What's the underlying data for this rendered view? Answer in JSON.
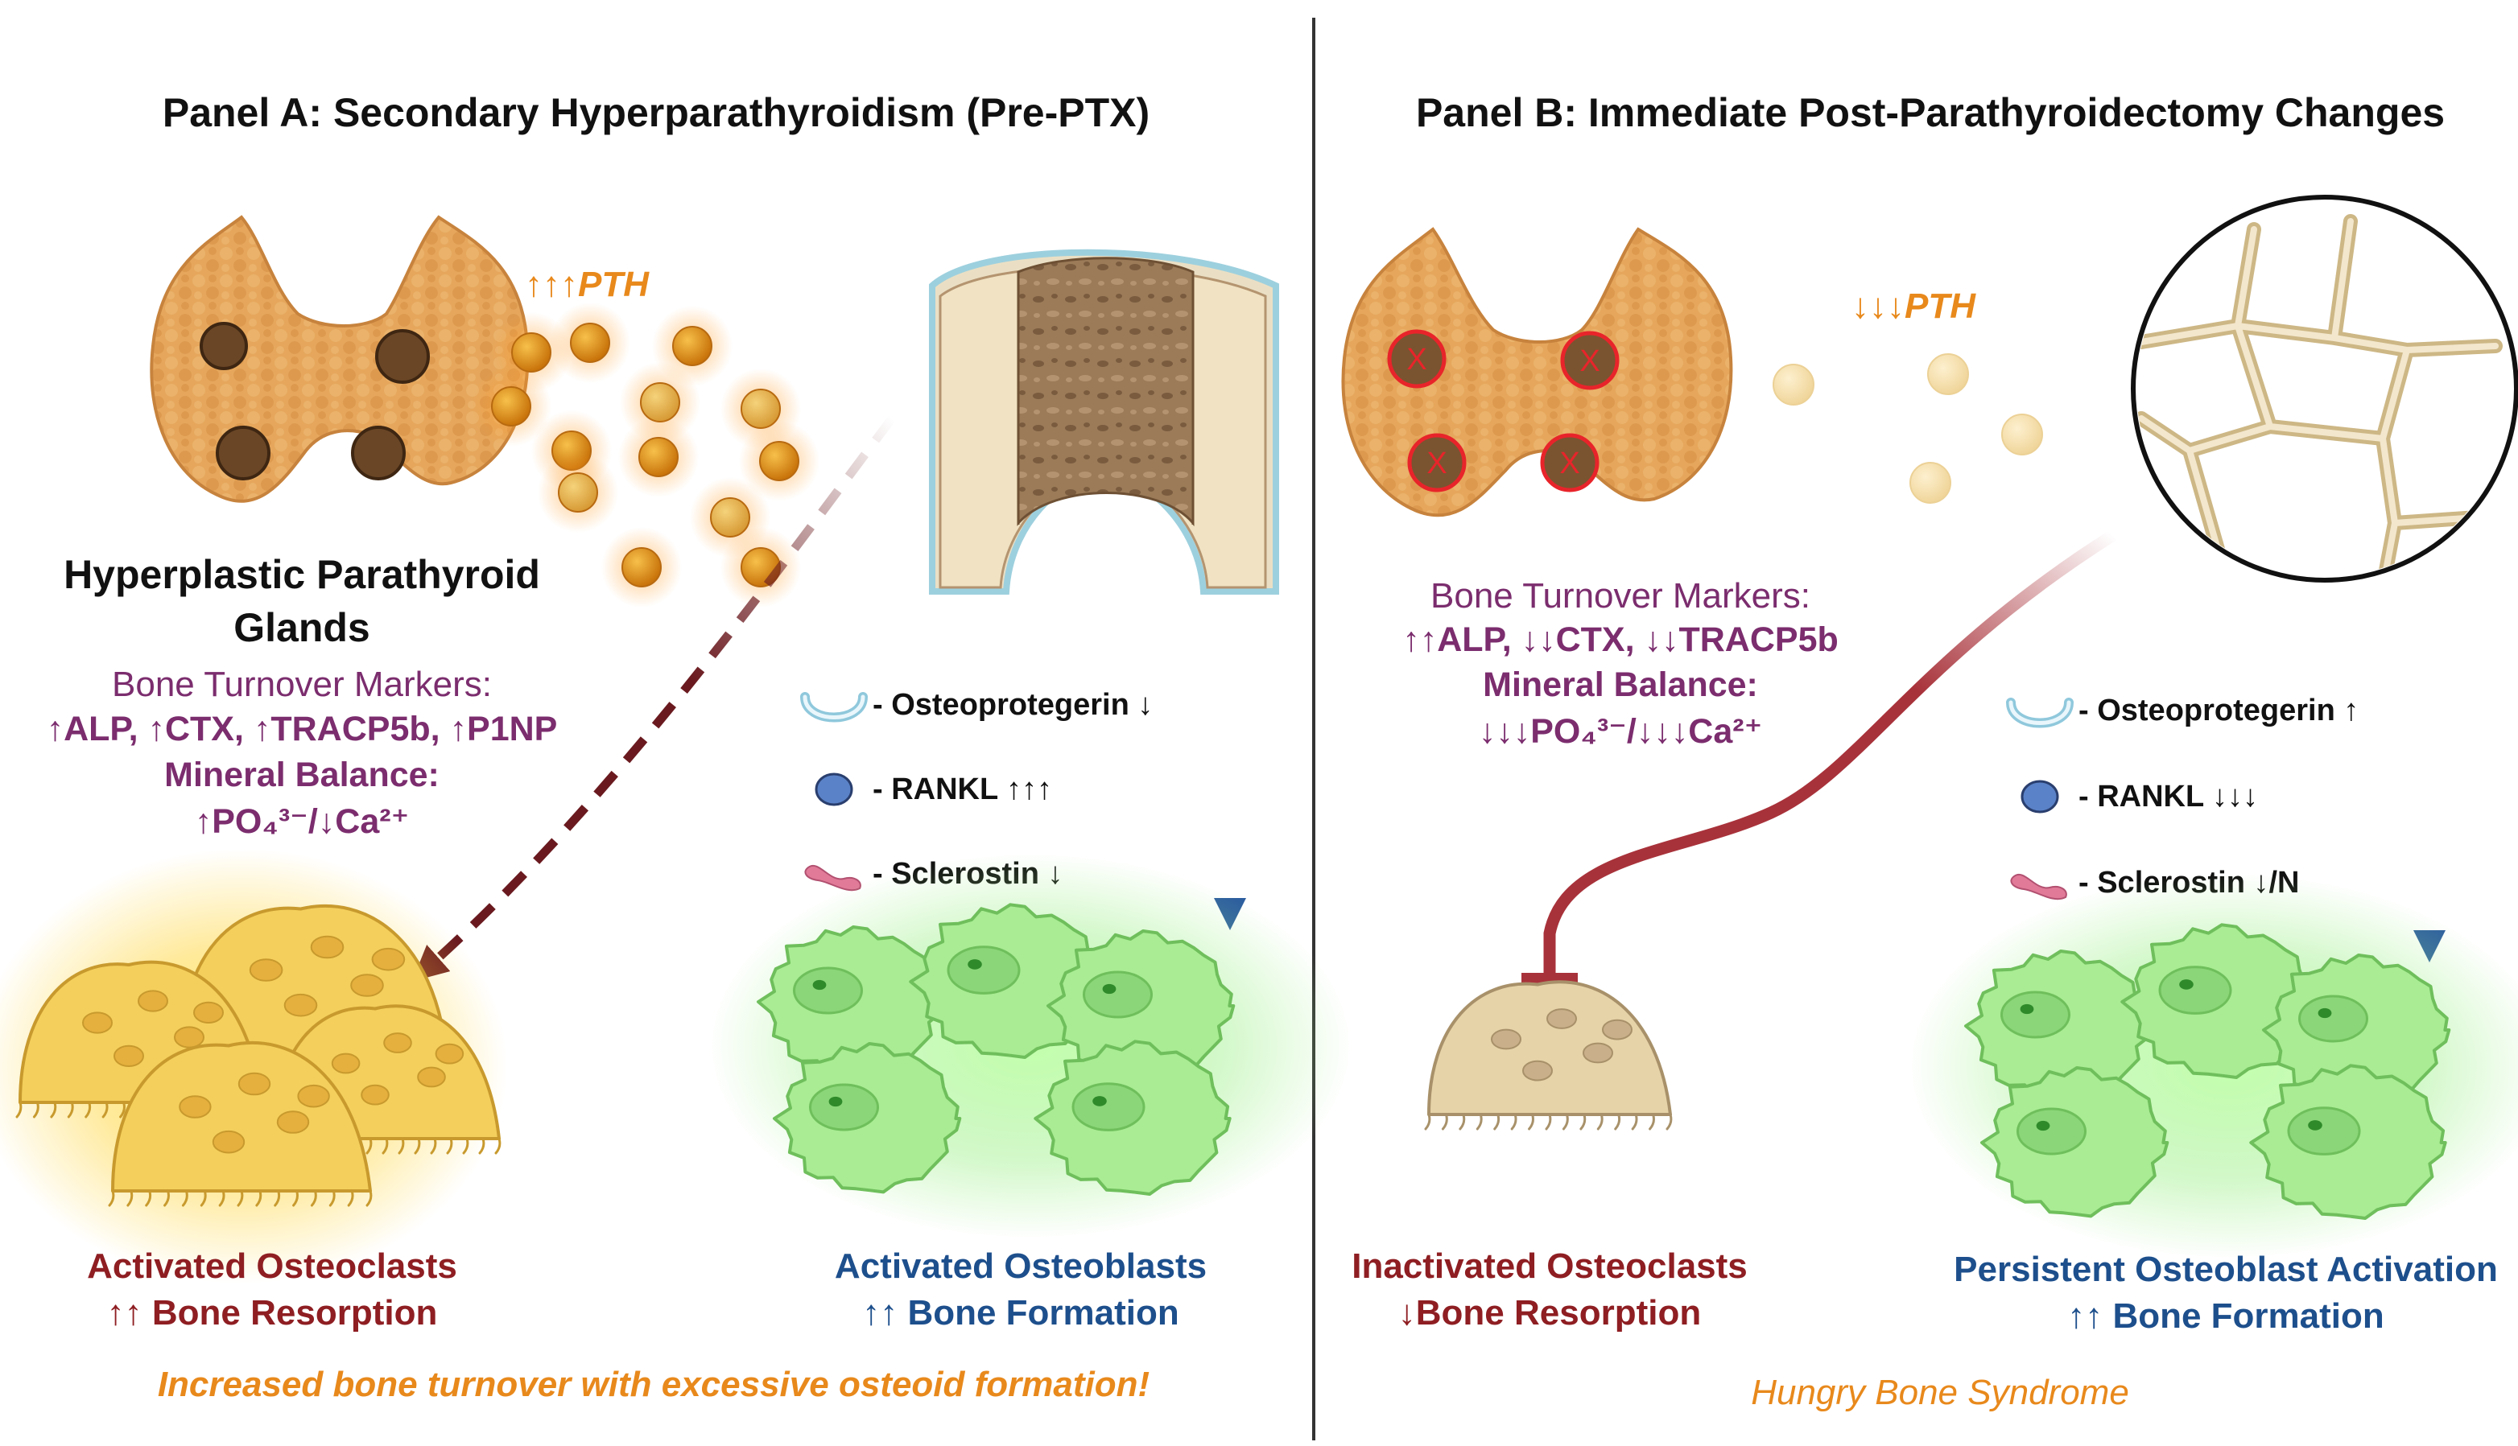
{
  "colors": {
    "purple": "#7b2d6e",
    "orange": "#e8891c",
    "dark_red": "#8e1e22",
    "blue": "#1d4f8c",
    "gland": "#e2a35a",
    "nodule": "#6a4626",
    "pth_bright": "#e08a10",
    "pth_faded": "#f2d79a",
    "osteoclast": "#f4cf5c",
    "osteoblast": "#9ee88a",
    "bone": "#f0e2c2",
    "marrow": "#8c6e4e"
  },
  "panel_a": {
    "title": "Panel A: Secondary Hyperparathyroidism (Pre-PTX)",
    "pth_label": "↑↑↑PTH",
    "gland_label_line1": "Hyperplastic Parathyroid",
    "gland_label_line2": "Glands",
    "markers_heading": "Bone Turnover Markers:",
    "markers_values": "↑ALP, ↑CTX, ↑TRACP5b, ↑P1NP",
    "mineral_heading": "Mineral Balance:",
    "mineral_values": "↑PO₄³⁻/↓Ca²⁺",
    "legend": [
      {
        "icon": "osteoprotegerin-icon",
        "text": "- Osteoprotegerin ↓"
      },
      {
        "icon": "rankl-icon",
        "text": "- RANKL ↑↑↑"
      },
      {
        "icon": "sclerostin-icon",
        "text": "- Sclerostin ↓"
      }
    ],
    "osteoclast_label_line1": "Activated Osteoclasts",
    "osteoclast_label_line2": "↑↑ Bone Resorption",
    "osteoblast_label_line1": "Activated Osteoblasts",
    "osteoblast_label_line2": "↑↑ Bone Formation",
    "footer": "Increased bone turnover with excessive osteoid formation!"
  },
  "panel_b": {
    "title": "Panel B: Immediate Post-Parathyroidectomy Changes",
    "pth_label": "↓↓↓PTH",
    "markers_heading": "Bone Turnover Markers:",
    "markers_values": "↑↑ALP, ↓↓CTX, ↓↓TRACP5b",
    "mineral_heading": "Mineral Balance:",
    "mineral_values": "↓↓↓PO₄³⁻/↓↓↓Ca²⁺",
    "legend": [
      {
        "icon": "osteoprotegerin-icon",
        "text": "- Osteoprotegerin ↑"
      },
      {
        "icon": "rankl-icon",
        "text": "- RANKL ↓↓↓"
      },
      {
        "icon": "sclerostin-icon",
        "text": "- Sclerostin ↓/N"
      }
    ],
    "osteoclast_label_line1": "Inactivated Osteoclasts",
    "osteoclast_label_line2": "↓Bone Resorption",
    "osteoblast_label_line1": "Persistent Osteoblast Activation",
    "osteoblast_label_line2": "↑↑ Bone Formation",
    "footer": "Hungry Bone Syndrome"
  }
}
